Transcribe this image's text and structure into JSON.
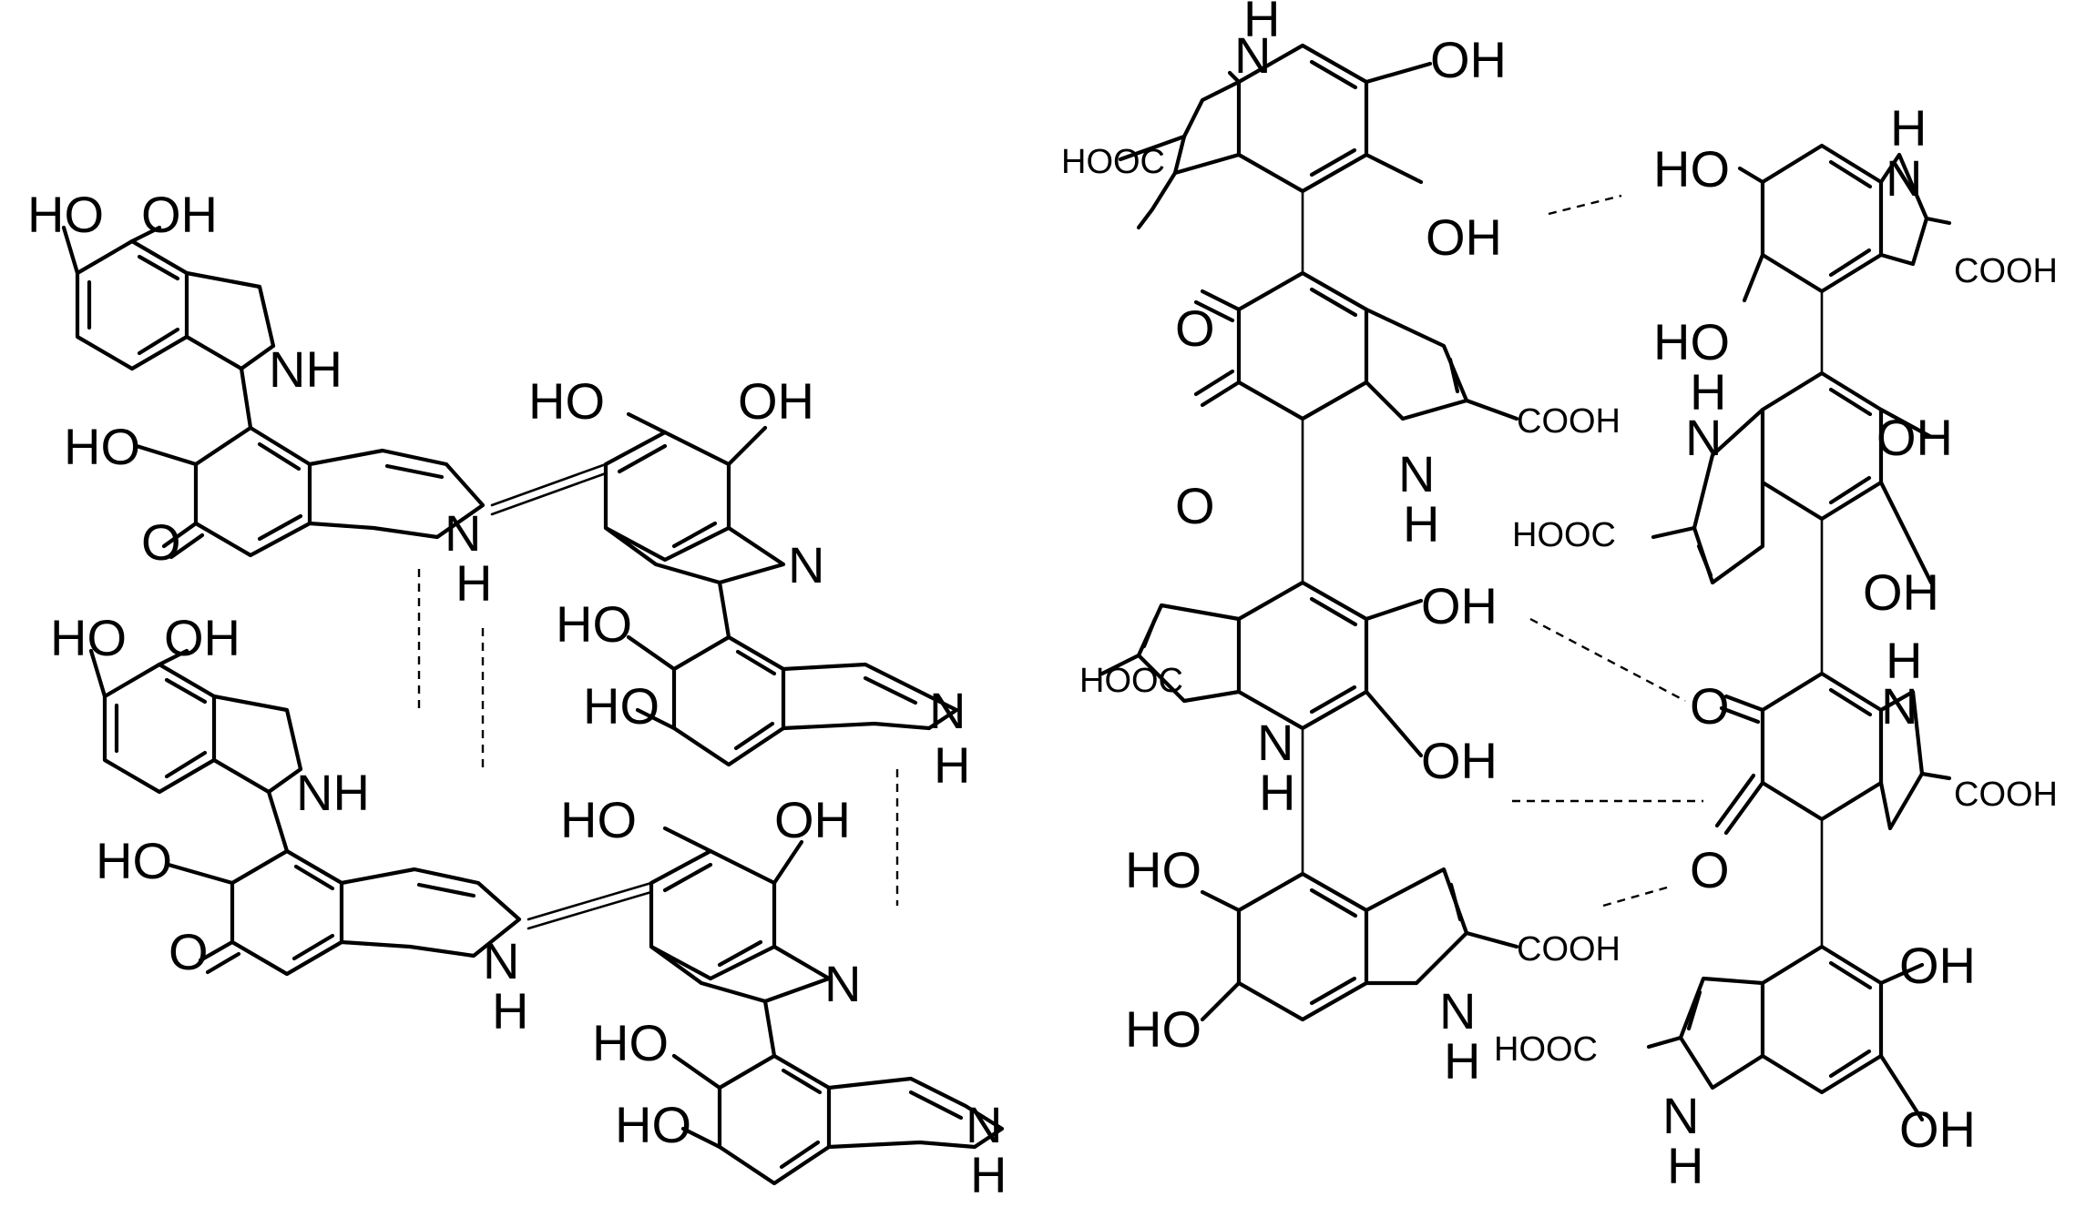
{
  "left_structure": {
    "upper_chain": {
      "catechol_unit": {
        "oh_a": "HO",
        "oh_b": "OH",
        "nh": "NH"
      },
      "quinone_unit": {
        "oh": "HO",
        "carbonyl": "O",
        "nh": "N",
        "h": "H"
      },
      "dihydroxy_unit": {
        "oh_a": "HO",
        "oh_b": "OH",
        "imine": "N"
      },
      "terminal_unit": {
        "oh_a": "HO",
        "oh_b": "HO",
        "nh": "N",
        "h": "H"
      }
    },
    "lower_chain": {
      "catechol_unit": {
        "oh_a": "HO",
        "oh_b": "OH",
        "nh": "NH"
      },
      "quinone_unit": {
        "oh": "HO",
        "carbonyl": "O",
        "nh": "N",
        "h": "H"
      },
      "dihydroxy_unit": {
        "oh_a": "HO",
        "oh_b": "OH",
        "imine": "N"
      },
      "terminal_unit": {
        "oh_a": "HO",
        "oh_b": "HO",
        "nh": "N",
        "h": "H"
      }
    }
  },
  "right_structure": {
    "left_column": {
      "unit1": {
        "nh_n": "N",
        "nh_h": "H",
        "oh_top": "OH",
        "cooh": "HOOC",
        "oh_bottom": "OH"
      },
      "unit2": {
        "carbonyl_top": "O",
        "carbonyl_bottom": "O",
        "cooh": "COOH",
        "nh_n": "N",
        "nh_h": "H"
      },
      "unit3": {
        "oh_top": "OH",
        "cooh": "HOOC",
        "nh_n": "N",
        "nh_h": "H",
        "oh_bottom": "OH"
      },
      "unit4": {
        "oh_top": "HO",
        "oh_bottom": "HO",
        "cooh": "COOH",
        "nh_n": "N",
        "nh_h": "H"
      }
    },
    "right_column": {
      "unit1": {
        "oh_top": "HO",
        "nh_n": "N",
        "nh_h": "H",
        "cooh": "COOH",
        "oh_bottom": "HO"
      },
      "unit2": {
        "nh_h": "H",
        "nh_n": "N",
        "oh_top": "OH",
        "cooh": "HOOC",
        "oh_bottom": "OH"
      },
      "unit3": {
        "carbonyl_top": "O",
        "nh_h": "H",
        "nh_n": "N",
        "cooh": "COOH",
        "carbonyl_bottom": "O"
      },
      "unit4": {
        "oh_top": "OH",
        "cooh": "HOOC",
        "nh_n": "N",
        "nh_h": "H",
        "oh_bottom": "OH"
      }
    }
  }
}
